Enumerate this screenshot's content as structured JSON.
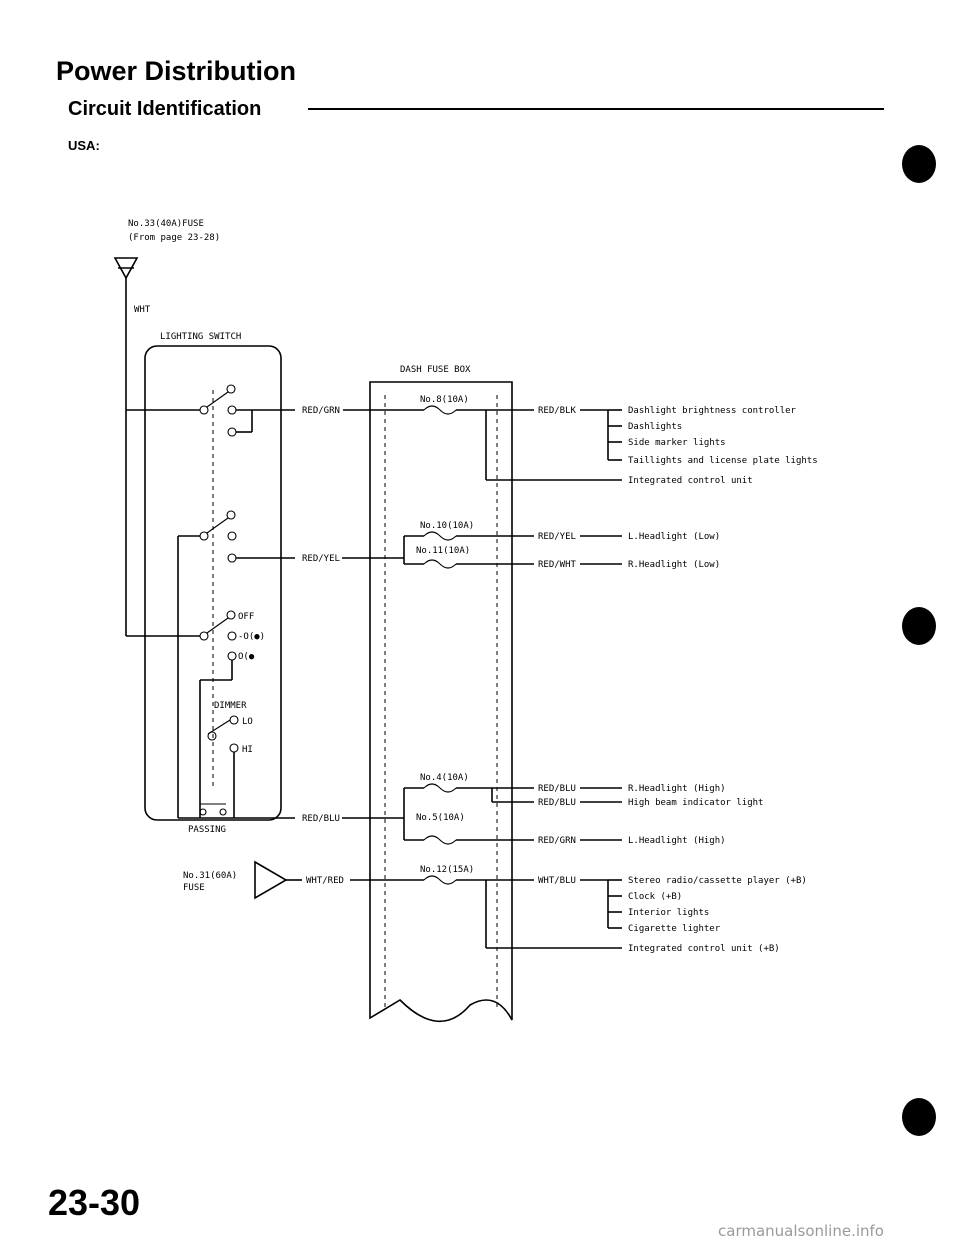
{
  "header": {
    "title": "Power Distribution",
    "subtitle": "Circuit Identification",
    "region": "USA:"
  },
  "diagram": {
    "source_fuse_line1": "No.33(40A)FUSE",
    "source_fuse_line2": "(From page 23-28)",
    "source_wire": "WHT",
    "lighting_switch": "LIGHTING SWITCH",
    "dash_fuse_box": "DASH FUSE BOX",
    "switch_off": "OFF",
    "switch_on": "-O(●)",
    "switch_park": "O(●",
    "dimmer": "DIMMER",
    "dimmer_lo": "LO",
    "dimmer_hi": "HI",
    "passing": "PASSING",
    "fuse31_line1": "No.31(60A)",
    "fuse31_line2": "FUSE",
    "wires": {
      "red_grn": "RED/GRN",
      "red_yel": "RED/YEL",
      "red_blu": "RED/BLU",
      "wht_red": "WHT/RED",
      "red_blk": "RED/BLK",
      "red_yel_out": "RED/YEL",
      "red_wht": "RED/WHT",
      "red_blu_1": "RED/BLU",
      "red_blu_2": "RED/BLU",
      "red_grn_out": "RED/GRN",
      "wht_blu": "WHT/BLU"
    },
    "fuses": {
      "f8": "No.8(10A)",
      "f10": "No.10(10A)",
      "f11": "No.11(10A)",
      "f4": "No.4(10A)",
      "f5": "No.5(10A)",
      "f12": "No.12(15A)"
    },
    "loads": {
      "group1": [
        "Dashlight brightness controller",
        "Dashlights",
        "Side marker lights",
        "Taillights and license plate lights"
      ],
      "icu1": "Integrated control unit",
      "l_low": "L.Headlight (Low)",
      "r_low": "R.Headlight (Low)",
      "r_high": "R.Headlight (High)",
      "hb_ind": "High beam indicator light",
      "l_high": "L.Headlight (High)",
      "group2": [
        "Stereo radio/cassette player (+B)",
        "Clock (+B)",
        "Interior lights",
        "Cigarette lighter"
      ],
      "icu2": "Integrated control unit (+B)"
    }
  },
  "footer": {
    "page_number": "23-30",
    "watermark": "carmanualsonline.info"
  }
}
